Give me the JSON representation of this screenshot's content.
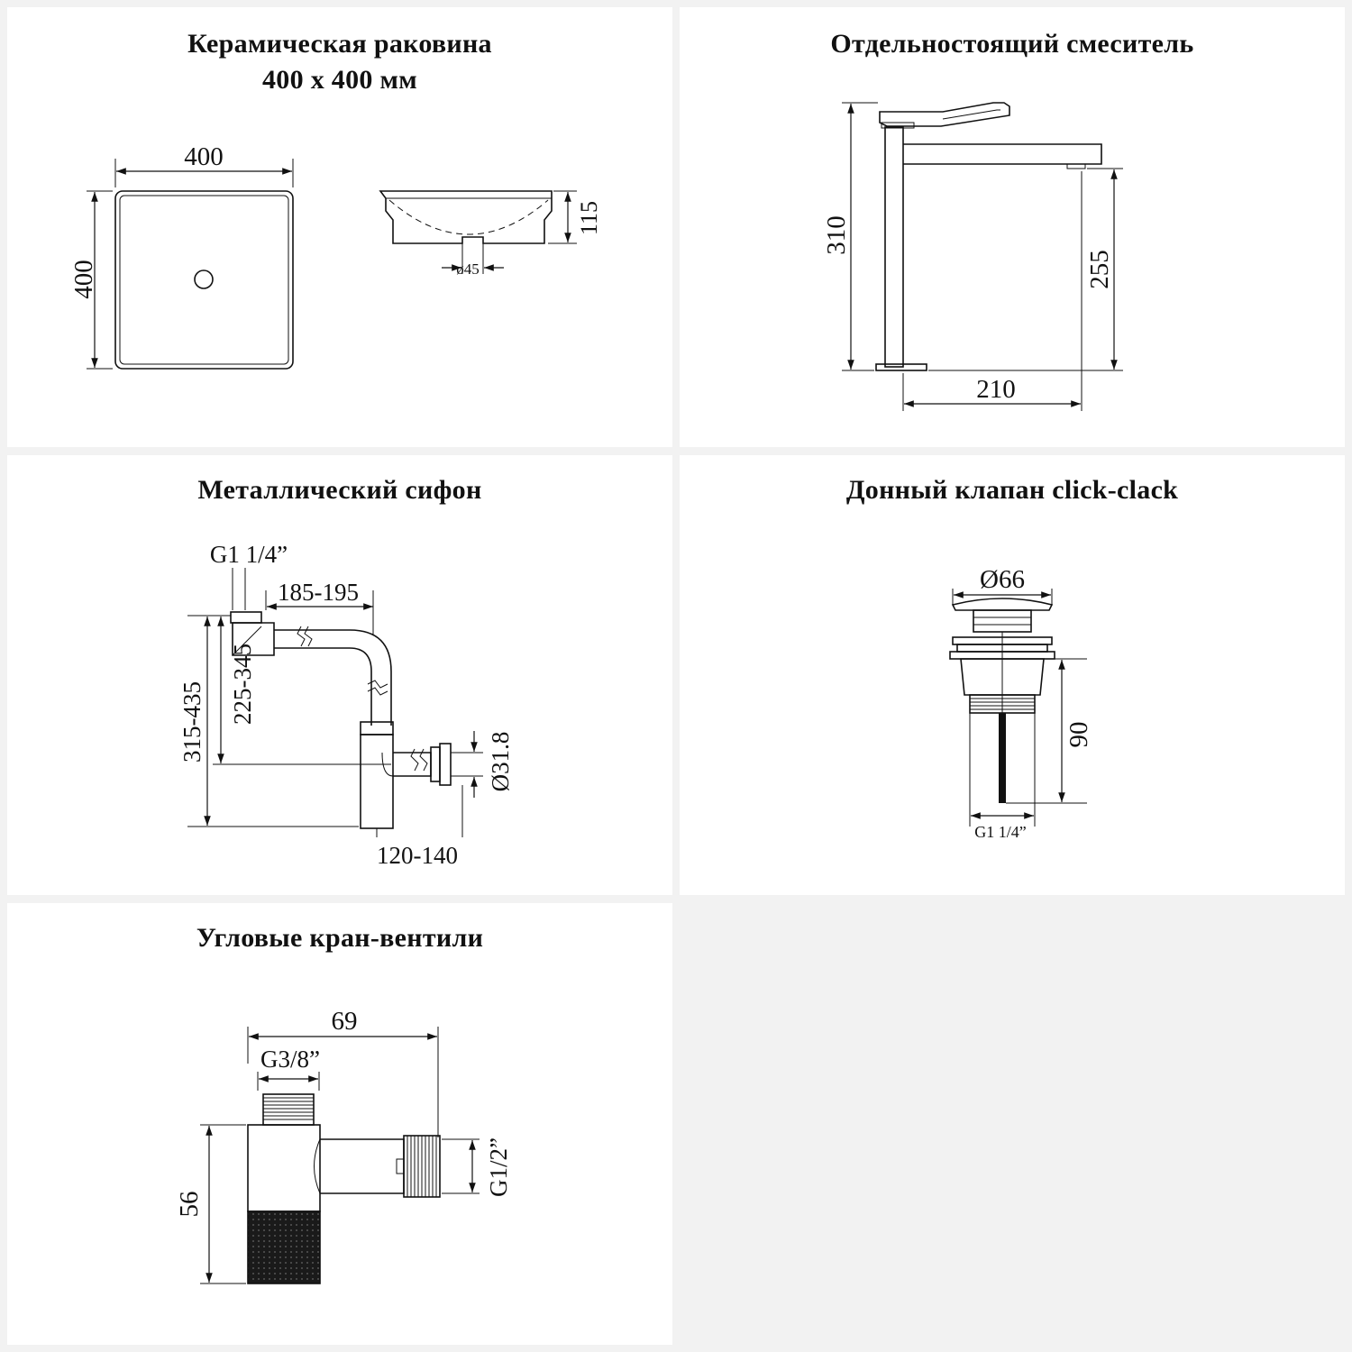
{
  "panels": {
    "sink": {
      "title_line1": "Керамическая раковина",
      "title_line2": "400 х 400 мм",
      "dim_width": "400",
      "dim_depth": "400",
      "dim_height": "115",
      "dim_drain": "ø45"
    },
    "mixer": {
      "title": "Отдельностоящий смеситель",
      "dim_total_height": "310",
      "dim_spout_height": "255",
      "dim_reach": "210"
    },
    "siphon": {
      "title": "Металлический сифон",
      "label_thread": "G1 1/4”",
      "dim_horizontal": "185-195",
      "dim_total_height": "315-435",
      "dim_inner_height": "225-345",
      "dim_outlet_diameter": "Ø31.8",
      "dim_bottom": "120-140"
    },
    "valve": {
      "title": "Донный клапан click-clack",
      "dim_cap_diameter": "Ø66",
      "dim_height": "90",
      "label_thread": "G1 1/4”"
    },
    "angle_valve": {
      "title": "Угловые кран-вентили",
      "dim_length": "69",
      "label_top_thread": "G3/8”",
      "dim_height": "56",
      "label_side_thread": "G1/2”"
    }
  }
}
